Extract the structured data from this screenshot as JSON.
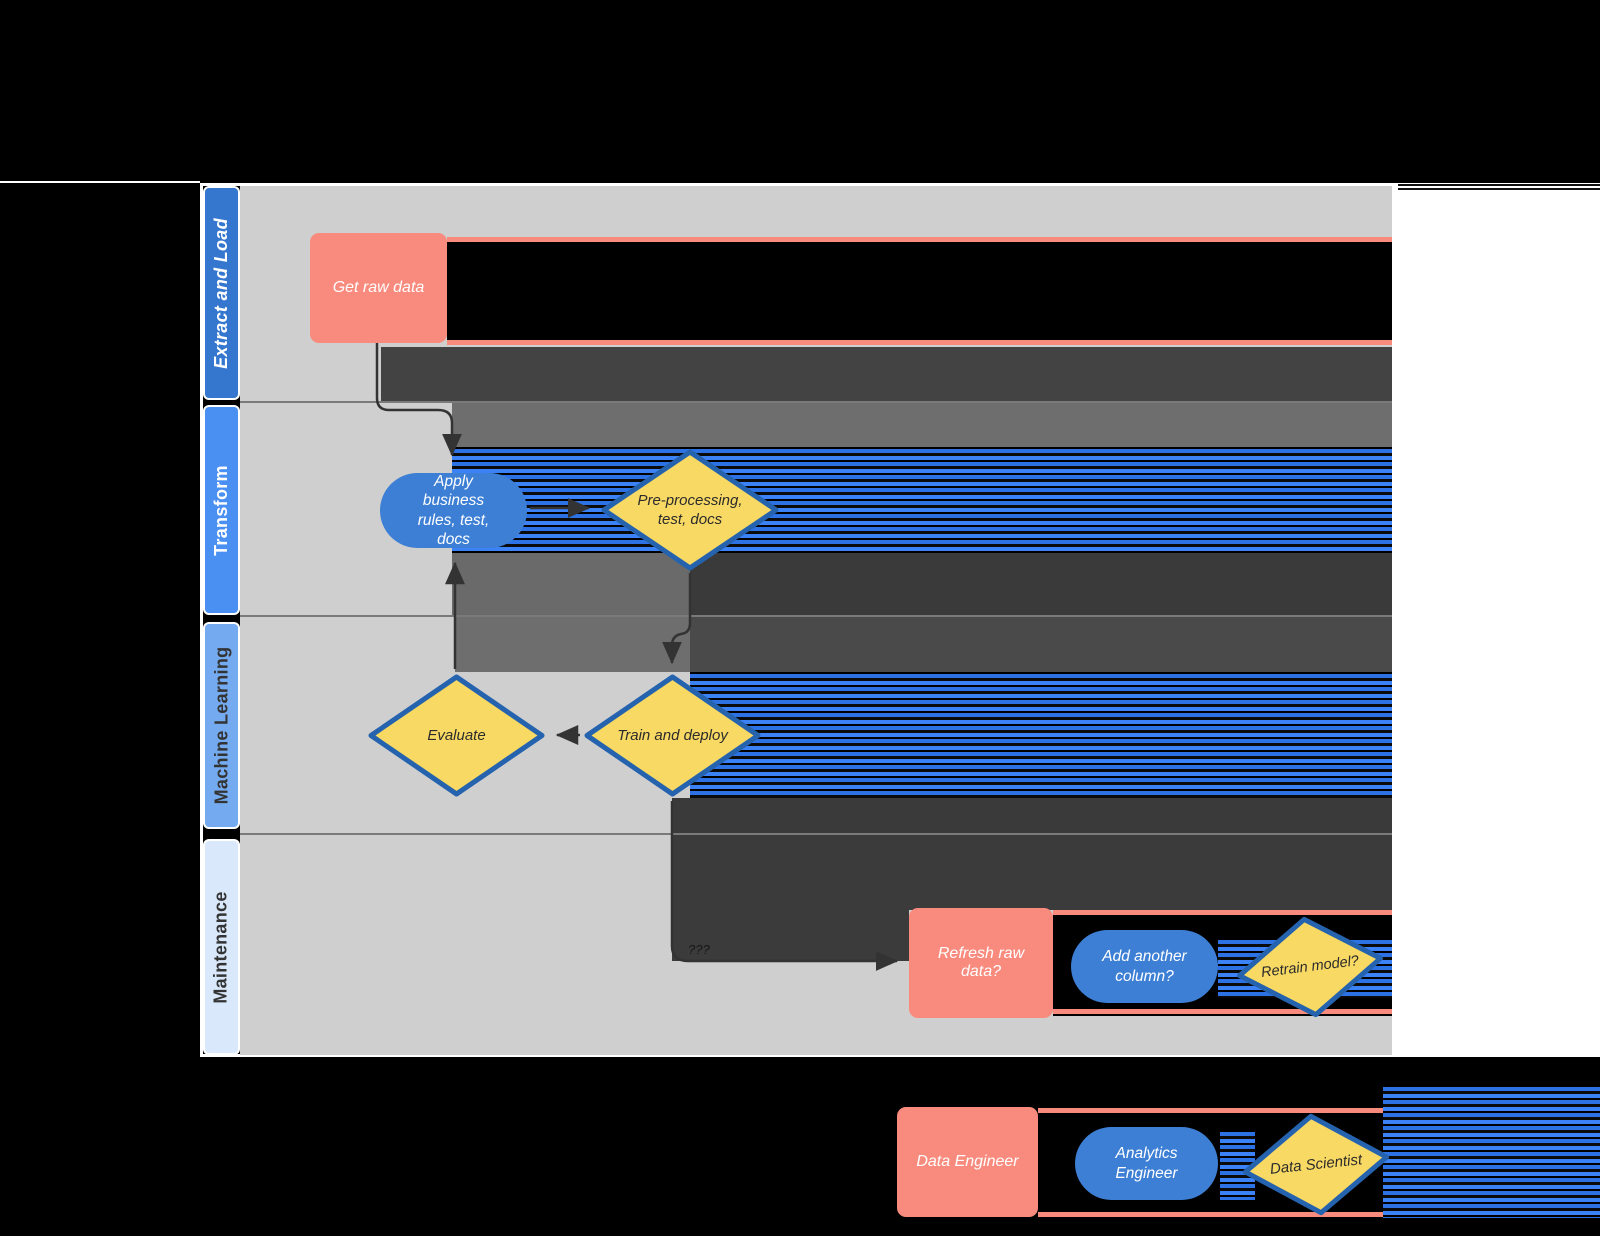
{
  "diagram": {
    "lanes": [
      {
        "id": "extract-and-load",
        "label": "Extract and Load",
        "bar_color": "#3577cf",
        "text_color": "#ffffff"
      },
      {
        "id": "transform",
        "label": "Transform",
        "bar_color": "#4a90f2",
        "text_color": "#ffffff"
      },
      {
        "id": "machine-learning",
        "label": "Machine Learning",
        "bar_color": "#74abf0",
        "text_color": "#333333"
      },
      {
        "id": "maintenance",
        "label": "Maintenance",
        "bar_color": "#d9e8fb",
        "text_color": "#333333"
      }
    ],
    "nodes": {
      "get_raw_data": {
        "label": "Get raw data",
        "shape": "rectangle",
        "lane": "Extract and Load"
      },
      "apply_business_rules": {
        "label": "Apply business rules, test, docs",
        "shape": "terminator",
        "lane": "Transform"
      },
      "pre_processing": {
        "label": "Pre-processing, test, docs",
        "shape": "decision",
        "lane": "Transform"
      },
      "evaluate": {
        "label": "Evaluate",
        "shape": "decision",
        "lane": "Machine Learning"
      },
      "train_and_deploy": {
        "label": "Train and deploy",
        "shape": "decision",
        "lane": "Machine Learning"
      },
      "refresh_raw_data": {
        "label": "Refresh raw data?",
        "shape": "rectangle",
        "lane": "Maintenance"
      },
      "add_another_column": {
        "label": "Add another column?",
        "shape": "terminator",
        "lane": "Maintenance"
      },
      "retrain_model": {
        "label": "Retrain model?",
        "shape": "decision",
        "lane": "Maintenance"
      }
    },
    "edges": [
      {
        "from": "get_raw_data",
        "to": "apply_business_rules",
        "label": ""
      },
      {
        "from": "apply_business_rules",
        "to": "pre_processing",
        "label": ""
      },
      {
        "from": "pre_processing",
        "to": "train_and_deploy",
        "label": ""
      },
      {
        "from": "train_and_deploy",
        "to": "evaluate",
        "label": ""
      },
      {
        "from": "evaluate",
        "to": "apply_business_rules",
        "label": ""
      },
      {
        "from": "train_and_deploy",
        "to": "refresh_raw_data",
        "label": "???"
      }
    ],
    "connector_label": "???",
    "legend": [
      {
        "label": "Data Engineer",
        "shape": "rectangle",
        "color": "#f88b7d"
      },
      {
        "label": "Analytics Engineer",
        "shape": "terminator",
        "color": "#3d7fd4"
      },
      {
        "label": "Data Scientist",
        "shape": "decision",
        "color": "#f8d964"
      }
    ]
  },
  "colors": {
    "page_background": "#000000",
    "lane_background": "#cfcfcf",
    "rectangle_fill": "#f88b7d",
    "terminator_fill": "#3d7fd4",
    "decision_fill": "#f8d964",
    "decision_border": "#2563ae",
    "connector": "#333333",
    "glitch_dark": "#3a3a3a",
    "glitch_mid_gray": "#6e6e6e",
    "glitch_blue_streak": "#3b82f6"
  }
}
